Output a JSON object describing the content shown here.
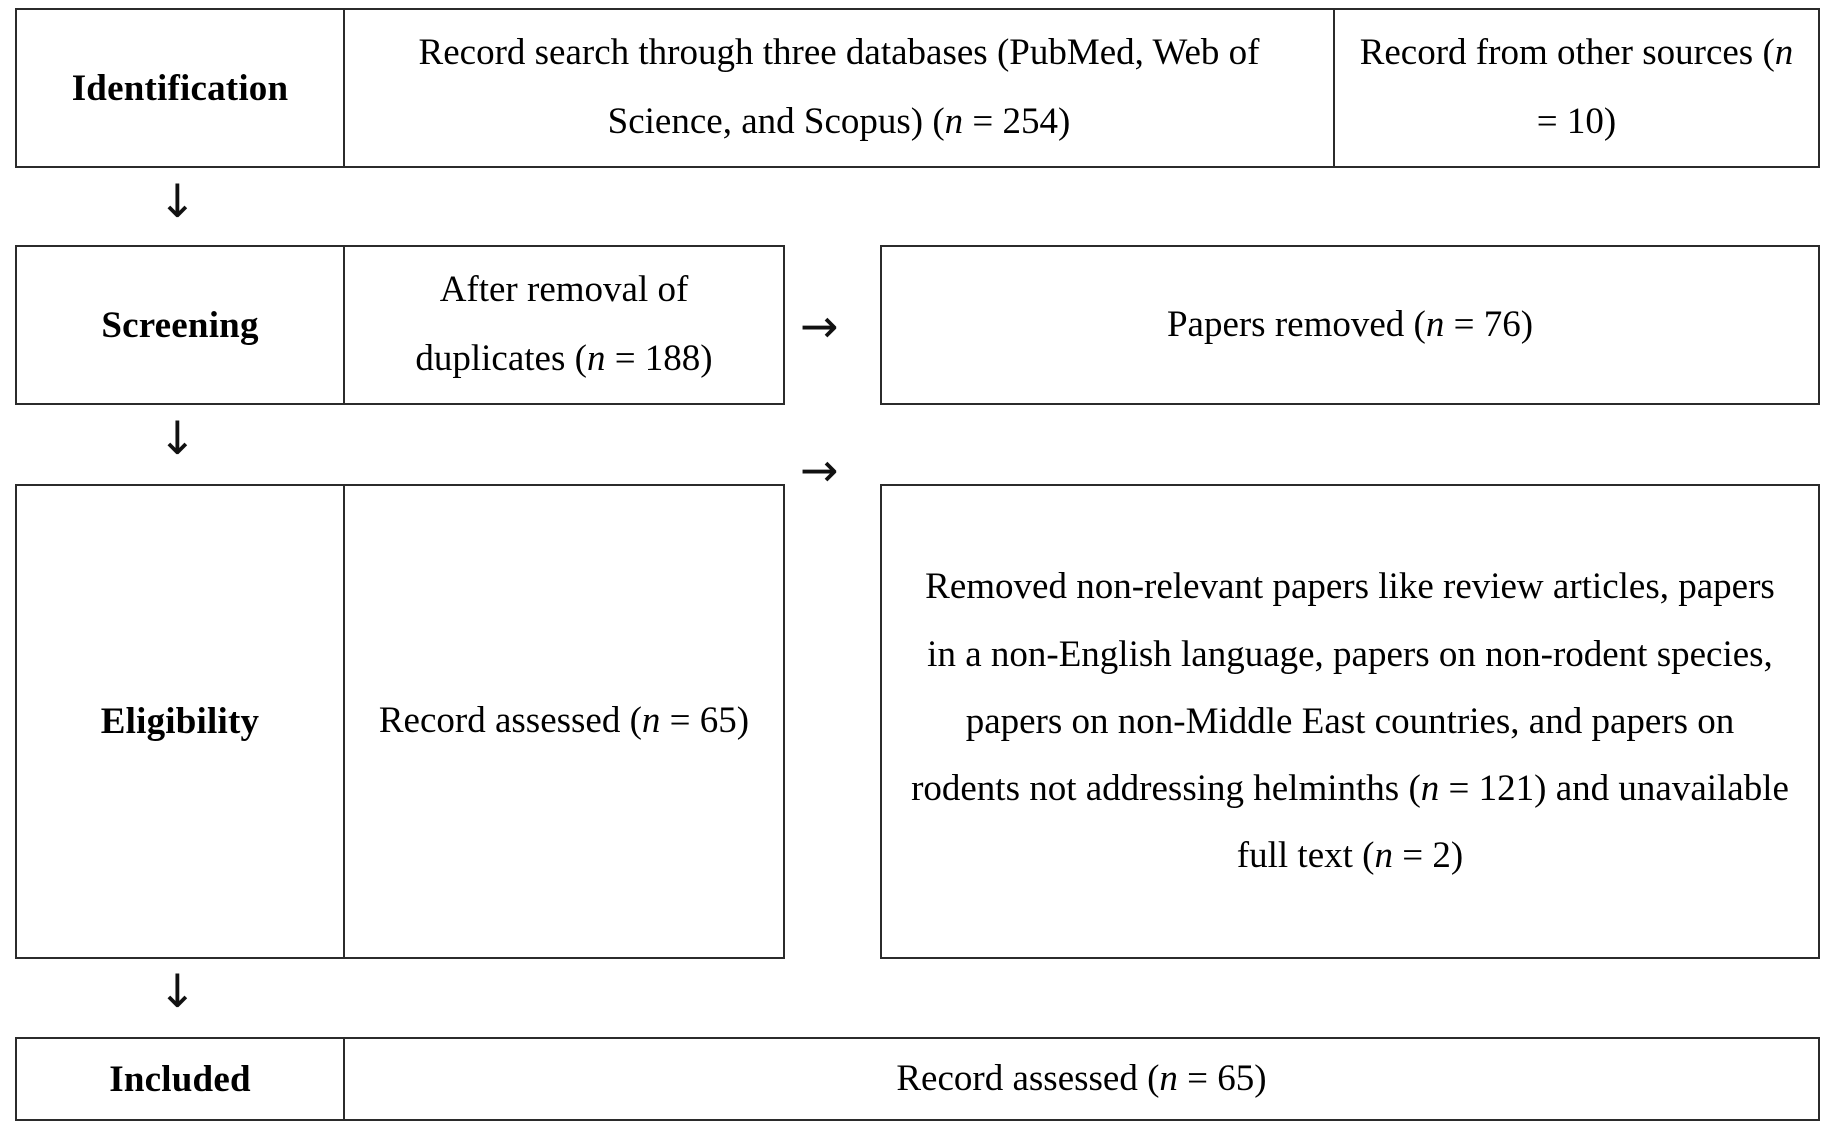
{
  "diagram": {
    "title": "PRISMA flow diagram",
    "type": "prisma-flowchart",
    "colors": {
      "border": "#2b2b2b",
      "background": "#ffffff",
      "text": "#000000"
    },
    "stages": [
      {
        "id": "identification",
        "label": "Identification",
        "cells": [
          {
            "id": "db-search",
            "text": "Record search through three databases (PubMed, Web of Science, and Scopus) (n = 254)",
            "n": 254
          },
          {
            "id": "other-sources",
            "text": "Record from other sources (n = 10)",
            "n": 10
          }
        ]
      },
      {
        "id": "screening",
        "label": "Screening",
        "cells": [
          {
            "id": "after-duplicates",
            "text": "After removal of duplicates (n = 188)",
            "n": 188
          },
          {
            "id": "papers-removed",
            "text": "Papers removed (n = 76)",
            "n": 76
          }
        ]
      },
      {
        "id": "eligibility",
        "label": "Eligibility",
        "cells": [
          {
            "id": "record-assessed",
            "text": "Record assessed (n = 65)",
            "n": 65
          },
          {
            "id": "removed-nonrelevant",
            "text": "Removed non-relevant papers like review articles, papers in a non-English language, papers on non-rodent species, papers on non-Middle East countries, and papers on rodents not addressing helminths (n = 121) and unavailable full text (n = 2)",
            "n_helminths": 121,
            "n_fulltext": 2
          }
        ]
      },
      {
        "id": "included",
        "label": "Included",
        "cells": [
          {
            "id": "included-record",
            "text": "Record assessed (n = 65)",
            "n": 65
          }
        ]
      }
    ],
    "connectors": {
      "down_arrow_glyph": "↓",
      "right_arrow_glyph": "→"
    }
  }
}
